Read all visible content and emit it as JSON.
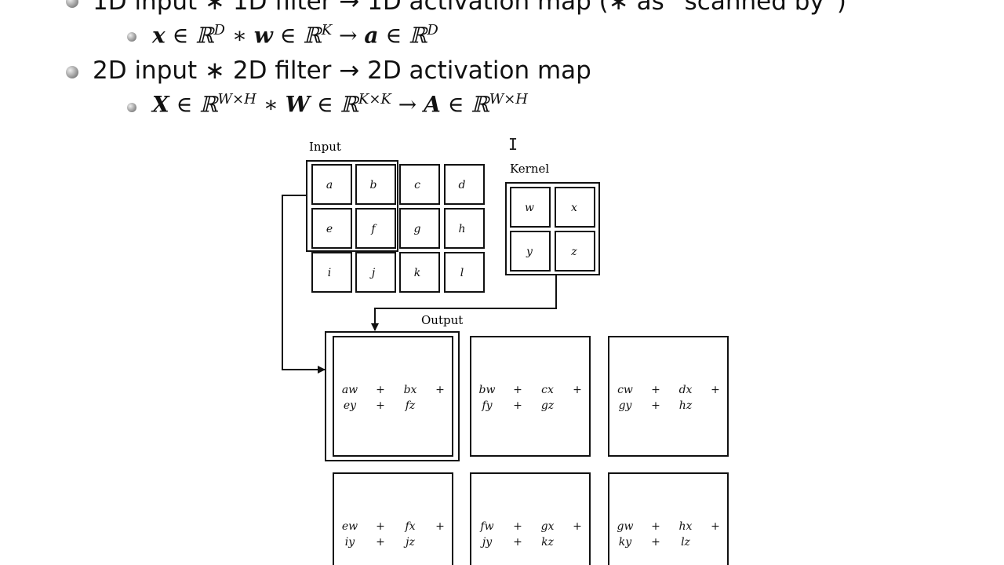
{
  "bullets": [
    {
      "text": "1D input ∗ 1D filter → 1D activation map (∗ as “scanned by”)",
      "sub": "x ∈ ℝ^D ∗ w ∈ ℝ^K → a ∈ ℝ^D"
    },
    {
      "text": "2D input ∗ 2D filter → 2D activation map",
      "sub": "X ∈ ℝ^{W×H} ∗ W ∈ ℝ^{K×K} → A ∈ ℝ^{W×H}"
    }
  ],
  "math": {
    "s1": {
      "x": "x",
      "in1": " ∈ ℝ",
      "D": "D",
      "star": " ∗ ",
      "w": "w",
      "in2": " ∈ ℝ",
      "K": "K",
      "arrow": " → ",
      "a": "a",
      "in3": " ∈ ℝ",
      "D2": "D"
    },
    "s2": {
      "X": "X",
      "in1": " ∈ ℝ",
      "WH": "W×H",
      "star": " ∗ ",
      "W": "W",
      "in2": " ∈ ℝ",
      "KK": "K×K",
      "arrow": " → ",
      "A": "A",
      "in3": " ∈ ℝ",
      "WH2": "W×H"
    }
  },
  "diagram": {
    "input_label": "Input",
    "kernel_label": "Kernel",
    "output_label": "Output",
    "input": [
      [
        "a",
        "b",
        "c",
        "d"
      ],
      [
        "e",
        "f",
        "g",
        "h"
      ],
      [
        "i",
        "j",
        "k",
        "l"
      ]
    ],
    "kernel": [
      [
        "w",
        "x"
      ],
      [
        "y",
        "z"
      ]
    ],
    "output": [
      [
        [
          "aw",
          "bx",
          "ey",
          "fz"
        ],
        [
          "bw",
          "cx",
          "fy",
          "gz"
        ],
        [
          "cw",
          "dx",
          "gy",
          "hz"
        ]
      ],
      [
        [
          "ew",
          "fx",
          "iy",
          "jz"
        ],
        [
          "fw",
          "gx",
          "jy",
          "kz"
        ],
        [
          "gw",
          "hx",
          "ky",
          "lz"
        ]
      ]
    ],
    "plus": "+"
  }
}
